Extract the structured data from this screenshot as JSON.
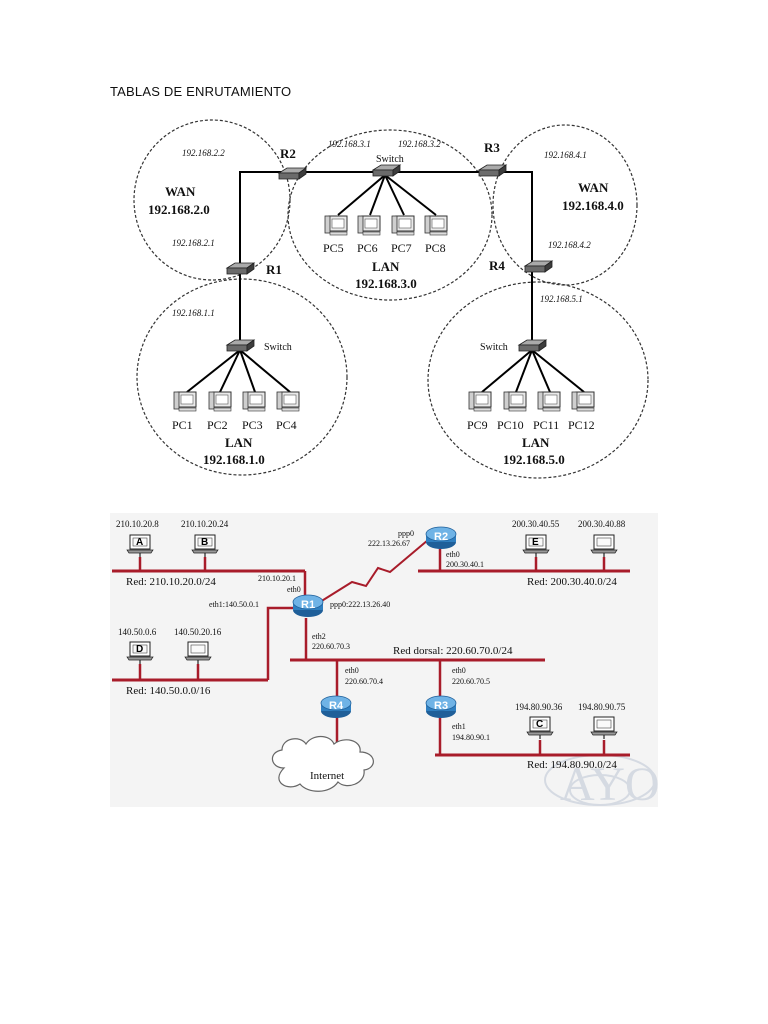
{
  "heading": "TABLAS DE ENRUTAMIENTO",
  "diagram1": {
    "routers": [
      {
        "id": "R1",
        "label": "R1"
      },
      {
        "id": "R2",
        "label": "R2"
      },
      {
        "id": "R3",
        "label": "R3"
      },
      {
        "id": "R4",
        "label": "R4"
      }
    ],
    "ips": {
      "r2_wan": "192.168.2.2",
      "r1_wan": "192.168.2.1",
      "r1_lan": "192.168.1.1",
      "r2_lan3": "192.168.3.1",
      "r3_lan3": "192.168.3.2",
      "r3_wan4": "192.168.4.1",
      "r4_wan4": "192.168.4.2",
      "r4_lan5": "192.168.5.1"
    },
    "networks": {
      "wan_left": {
        "type": "WAN",
        "address": "192.168.2.0"
      },
      "wan_right": {
        "type": "WAN",
        "address": "192.168.4.0"
      },
      "lan_top": {
        "type": "LAN",
        "address": "192.168.3.0"
      },
      "lan_left": {
        "type": "LAN",
        "address": "192.168.1.0"
      },
      "lan_right": {
        "type": "LAN",
        "address": "192.168.5.0"
      }
    },
    "switch_label": "Switch",
    "pcs_top": [
      "PC5",
      "PC6",
      "PC7",
      "PC8"
    ],
    "pcs_left": [
      "PC1",
      "PC2",
      "PC3",
      "PC4"
    ],
    "pcs_right": [
      "PC9",
      "PC10",
      "PC11",
      "PC12"
    ]
  },
  "diagram2": {
    "hosts": {
      "A": {
        "label": "A",
        "ip": "210.10.20.8"
      },
      "B": {
        "label": "B",
        "ip": "210.10.20.24"
      },
      "D": {
        "label": "D",
        "ip": "140.50.0.6"
      },
      "host_14050": {
        "label": "",
        "ip": "140.50.20.16"
      },
      "E": {
        "label": "E",
        "ip": "200.30.40.55"
      },
      "host_20030": {
        "label": "",
        "ip": "200.30.40.88"
      },
      "C": {
        "label": "C",
        "ip": "194.80.90.36"
      },
      "host_19480": {
        "label": "",
        "ip": "194.80.90.75"
      }
    },
    "networks": {
      "red1": "Red: 210.10.20.0/24",
      "red2": "Red: 140.50.0.0/16",
      "red3": "Red: 200.30.40.0/24",
      "dorsal": "Red dorsal: 220.60.70.0/24",
      "red4": "Red: 194.80.90.0/24"
    },
    "routers": {
      "R1": {
        "label": "R1",
        "eth0_ip": "210.10.20.1",
        "eth0": "eth0",
        "eth1": "eth1:140.50.0.1",
        "ppp0": "ppp0:222.13.26.40",
        "eth2": "eth2",
        "eth2_ip": "220.60.70.3"
      },
      "R2": {
        "label": "R2",
        "ppp0": "ppp0",
        "ppp0_ip": "222.13.26.67",
        "eth0": "eth0",
        "eth0_ip": "200.30.40.1"
      },
      "R3": {
        "label": "R3",
        "eth0": "eth0",
        "eth0_ip": "220.60.70.5",
        "eth1": "eth1",
        "eth1_ip": "194.80.90.1"
      },
      "R4": {
        "label": "R4",
        "eth0": "eth0",
        "eth0_ip": "220.60.70.4"
      }
    },
    "internet": "Internet",
    "colors": {
      "link": "#a81c2a",
      "router": "#2f7fc0",
      "background": "#f4f4f4"
    }
  }
}
